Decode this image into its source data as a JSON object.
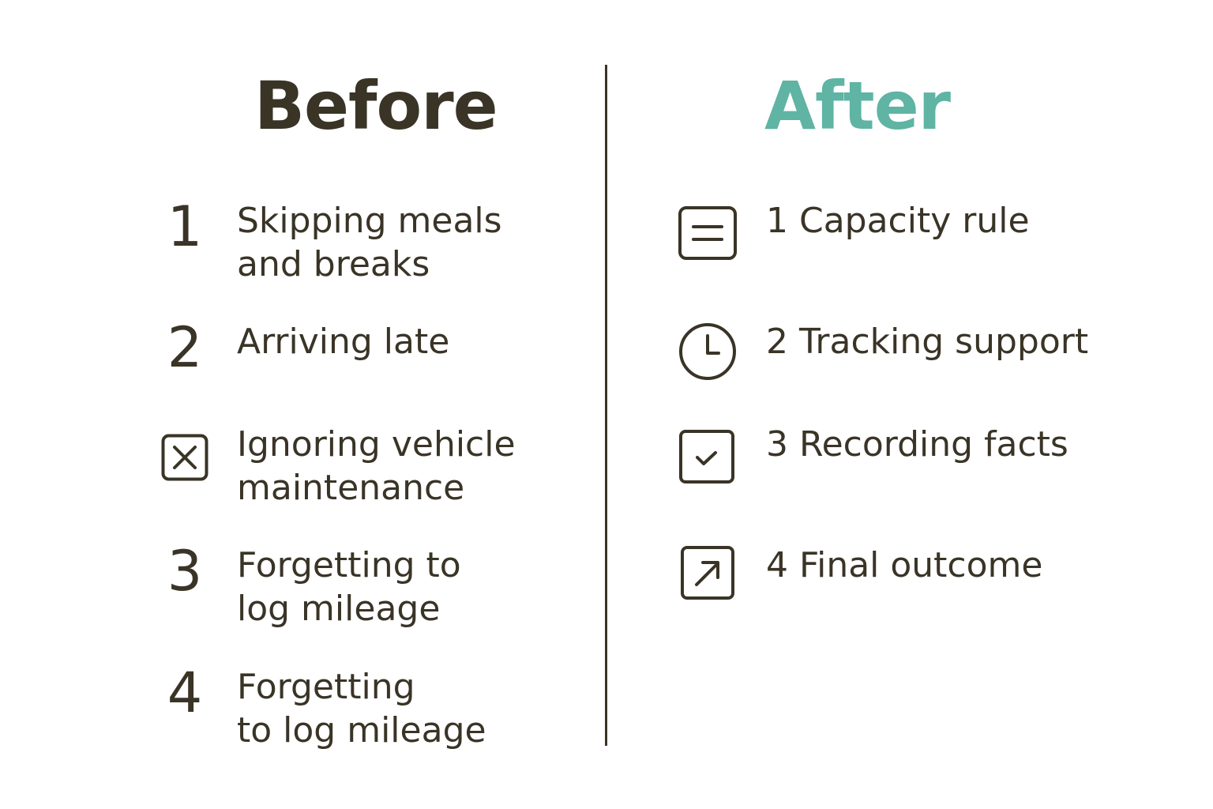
{
  "colors": {
    "text": "#3a3427",
    "accent": "#5fb4a4",
    "divider": "#3a3427"
  },
  "before": {
    "title": "Before",
    "items": [
      {
        "marker_type": "number",
        "marker": "1",
        "lines": [
          "Skipping meals",
          "and breaks"
        ]
      },
      {
        "marker_type": "number",
        "marker": "2",
        "lines": [
          "Arriving late"
        ]
      },
      {
        "marker_type": "icon",
        "icon": "x-box-icon",
        "lines": [
          "Ignoring vehicle",
          "maintenance"
        ]
      },
      {
        "marker_type": "number",
        "marker": "3",
        "lines": [
          "Forgetting to",
          "log mileage"
        ]
      },
      {
        "marker_type": "number",
        "marker": "4",
        "lines": [
          "Forgetting",
          "to log mileage"
        ]
      }
    ]
  },
  "after": {
    "title": "After",
    "items": [
      {
        "icon": "list-box-icon",
        "text": "1 Capacity rule"
      },
      {
        "icon": "clock-icon",
        "text": "2 Tracking support"
      },
      {
        "icon": "check-box-icon",
        "text": "3 Recording facts"
      },
      {
        "icon": "arrow-box-icon",
        "text": "4 Final outcome"
      }
    ]
  }
}
